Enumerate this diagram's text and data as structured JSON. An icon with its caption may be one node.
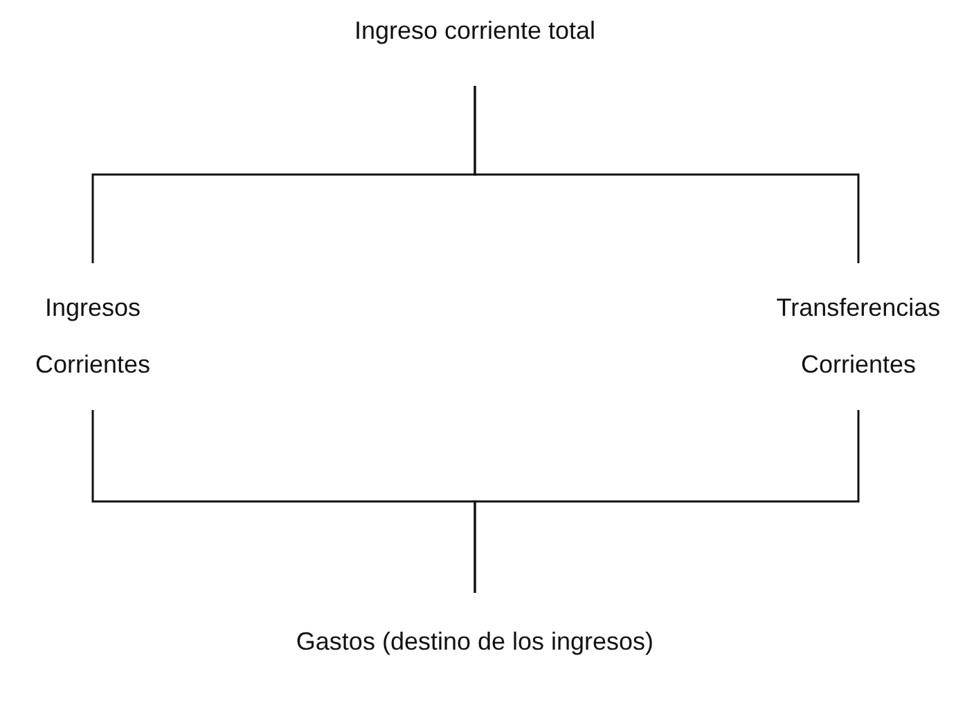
{
  "diagram": {
    "nodes": [
      {
        "text": [
          "Ingreso corriente total"
        ]
      },
      {
        "text": [
          "Ingresos Corrientes"
        ]
      },
      {
        "text": [
          "Transferencias Corrientes"
        ]
      },
      {
        "text": [
          "Gastos (destino de los ingresos)"
        ]
      }
    ],
    "edges": [
      {
        "from": 0,
        "to": 1,
        "arrow": "none"
      },
      {
        "from": 0,
        "to": 2,
        "arrow": "none"
      },
      {
        "from": 1,
        "to": 3,
        "arrow": "none"
      },
      {
        "from": 2,
        "to": 3,
        "arrow": "none"
      }
    ]
  }
}
